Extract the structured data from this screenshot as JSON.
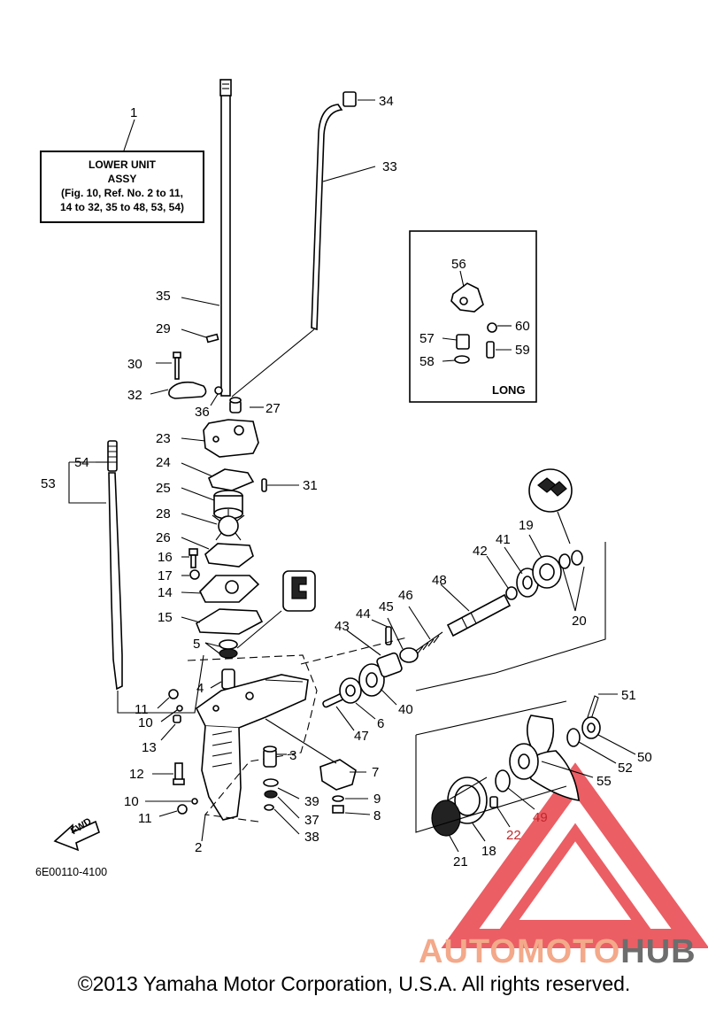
{
  "diagram": {
    "code": "6E00110-4100",
    "copyright": "©2013 Yamaha Motor Corporation, U.S.A. All rights reserved.",
    "assembly_box": {
      "ref_number": "1",
      "line1": "LOWER UNIT",
      "line2": "ASSY",
      "line3": "(Fig. 10, Ref. No. 2 to 11,",
      "line4": "14 to 32, 35 to 48, 53, 54)"
    },
    "inset_label": "LONG",
    "fwd_label": "FWD",
    "watermark": {
      "part1": "AUTOMOTO",
      "part2": "HUB",
      "color1": "#f3a98a",
      "color2": "#6d6d6d",
      "logo_color": "#e8424a"
    },
    "callouts": [
      {
        "id": "c1",
        "text": "1"
      },
      {
        "id": "c2",
        "text": "2"
      },
      {
        "id": "c3",
        "text": "3"
      },
      {
        "id": "c4",
        "text": "4"
      },
      {
        "id": "c5",
        "text": "5"
      },
      {
        "id": "c6",
        "text": "6"
      },
      {
        "id": "c7",
        "text": "7"
      },
      {
        "id": "c8",
        "text": "8"
      },
      {
        "id": "c9",
        "text": "9"
      },
      {
        "id": "c10a",
        "text": "10"
      },
      {
        "id": "c10b",
        "text": "10"
      },
      {
        "id": "c11a",
        "text": "11"
      },
      {
        "id": "c11b",
        "text": "11"
      },
      {
        "id": "c12",
        "text": "12"
      },
      {
        "id": "c13",
        "text": "13"
      },
      {
        "id": "c14",
        "text": "14"
      },
      {
        "id": "c15",
        "text": "15"
      },
      {
        "id": "c16",
        "text": "16"
      },
      {
        "id": "c17",
        "text": "17"
      },
      {
        "id": "c18",
        "text": "18"
      },
      {
        "id": "c19",
        "text": "19"
      },
      {
        "id": "c20",
        "text": "20"
      },
      {
        "id": "c21",
        "text": "21"
      },
      {
        "id": "c22",
        "text": "22"
      },
      {
        "id": "c23",
        "text": "23"
      },
      {
        "id": "c24",
        "text": "24"
      },
      {
        "id": "c25",
        "text": "25"
      },
      {
        "id": "c26",
        "text": "26"
      },
      {
        "id": "c27",
        "text": "27"
      },
      {
        "id": "c28",
        "text": "28"
      },
      {
        "id": "c29",
        "text": "29"
      },
      {
        "id": "c30",
        "text": "30"
      },
      {
        "id": "c31",
        "text": "31"
      },
      {
        "id": "c32",
        "text": "32"
      },
      {
        "id": "c33",
        "text": "33"
      },
      {
        "id": "c34",
        "text": "34"
      },
      {
        "id": "c35",
        "text": "35"
      },
      {
        "id": "c36",
        "text": "36"
      },
      {
        "id": "c37",
        "text": "37"
      },
      {
        "id": "c38",
        "text": "38"
      },
      {
        "id": "c39",
        "text": "39"
      },
      {
        "id": "c40",
        "text": "40"
      },
      {
        "id": "c41",
        "text": "41"
      },
      {
        "id": "c42",
        "text": "42"
      },
      {
        "id": "c43",
        "text": "43"
      },
      {
        "id": "c44",
        "text": "44"
      },
      {
        "id": "c45",
        "text": "45"
      },
      {
        "id": "c46",
        "text": "46"
      },
      {
        "id": "c47",
        "text": "47"
      },
      {
        "id": "c48",
        "text": "48"
      },
      {
        "id": "c49",
        "text": "49"
      },
      {
        "id": "c50",
        "text": "50"
      },
      {
        "id": "c51",
        "text": "51"
      },
      {
        "id": "c52",
        "text": "52"
      },
      {
        "id": "c53",
        "text": "53"
      },
      {
        "id": "c54",
        "text": "54"
      },
      {
        "id": "c55",
        "text": "55"
      },
      {
        "id": "c56",
        "text": "56"
      },
      {
        "id": "c57",
        "text": "57"
      },
      {
        "id": "c58",
        "text": "58"
      },
      {
        "id": "c59",
        "text": "59"
      },
      {
        "id": "c60",
        "text": "60"
      }
    ]
  }
}
